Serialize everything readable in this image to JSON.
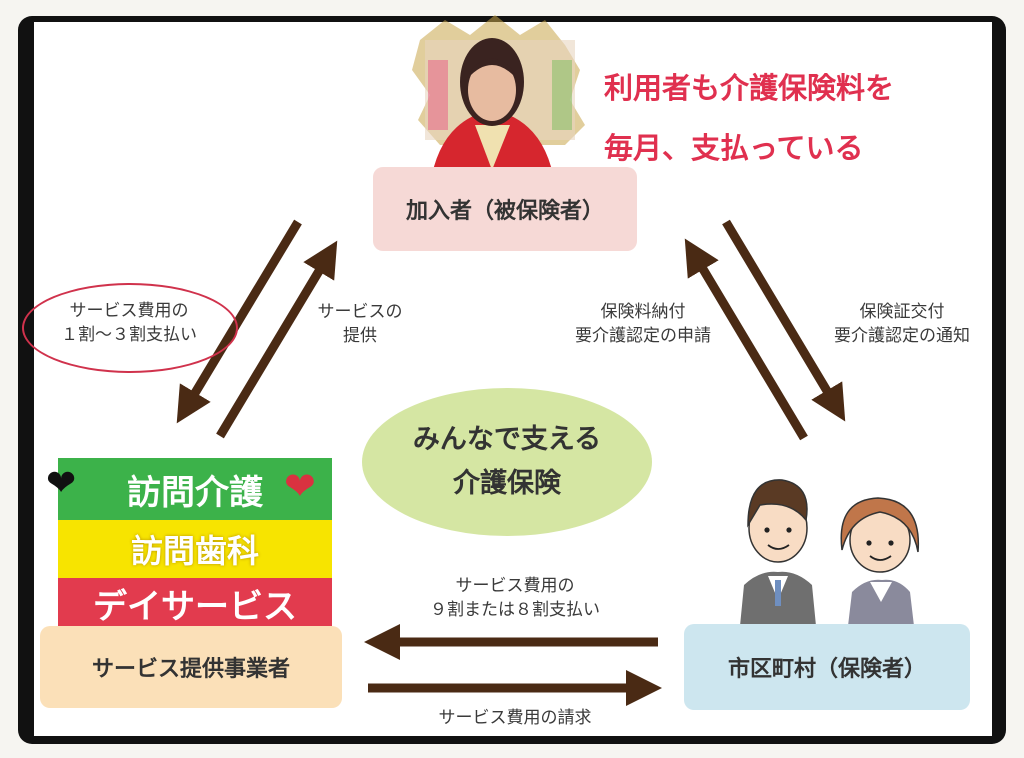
{
  "subscriber": {
    "label": "加入者（被保険者）",
    "note_line1": "利用者も介護保険料を",
    "note_line2": "毎月、支払っている"
  },
  "provider": {
    "label": "サービス提供事業者",
    "services": [
      "訪問介護",
      "訪問歯科",
      "デイサービス"
    ]
  },
  "municipality": {
    "label": "市区町村（保険者）"
  },
  "center": {
    "line1": "みんなで支える",
    "line2": "介護保険"
  },
  "flows": {
    "copay": [
      "サービス費用の",
      "１割〜３割支払い"
    ],
    "service": [
      "サービスの",
      "提供"
    ],
    "premium": [
      "保険料納付",
      "要介護認定の申請"
    ],
    "certificate": [
      "保険証交付",
      "要介護認定の通知"
    ],
    "payment": [
      "サービス費用の",
      "９割または８割支払い"
    ],
    "claim": "サービス費用の請求"
  },
  "colors": {
    "arrow": "#4a2a14",
    "subscriber_box": "#f6d9d6",
    "provider_box": "#fbe0b8",
    "municipality_box": "#cde6ef",
    "center_ellipse": "#d5e6a3",
    "note_text": "#e0304f",
    "band_green": "#3cb24a",
    "band_yellow": "#f7e400",
    "band_red": "#e23b4e"
  }
}
